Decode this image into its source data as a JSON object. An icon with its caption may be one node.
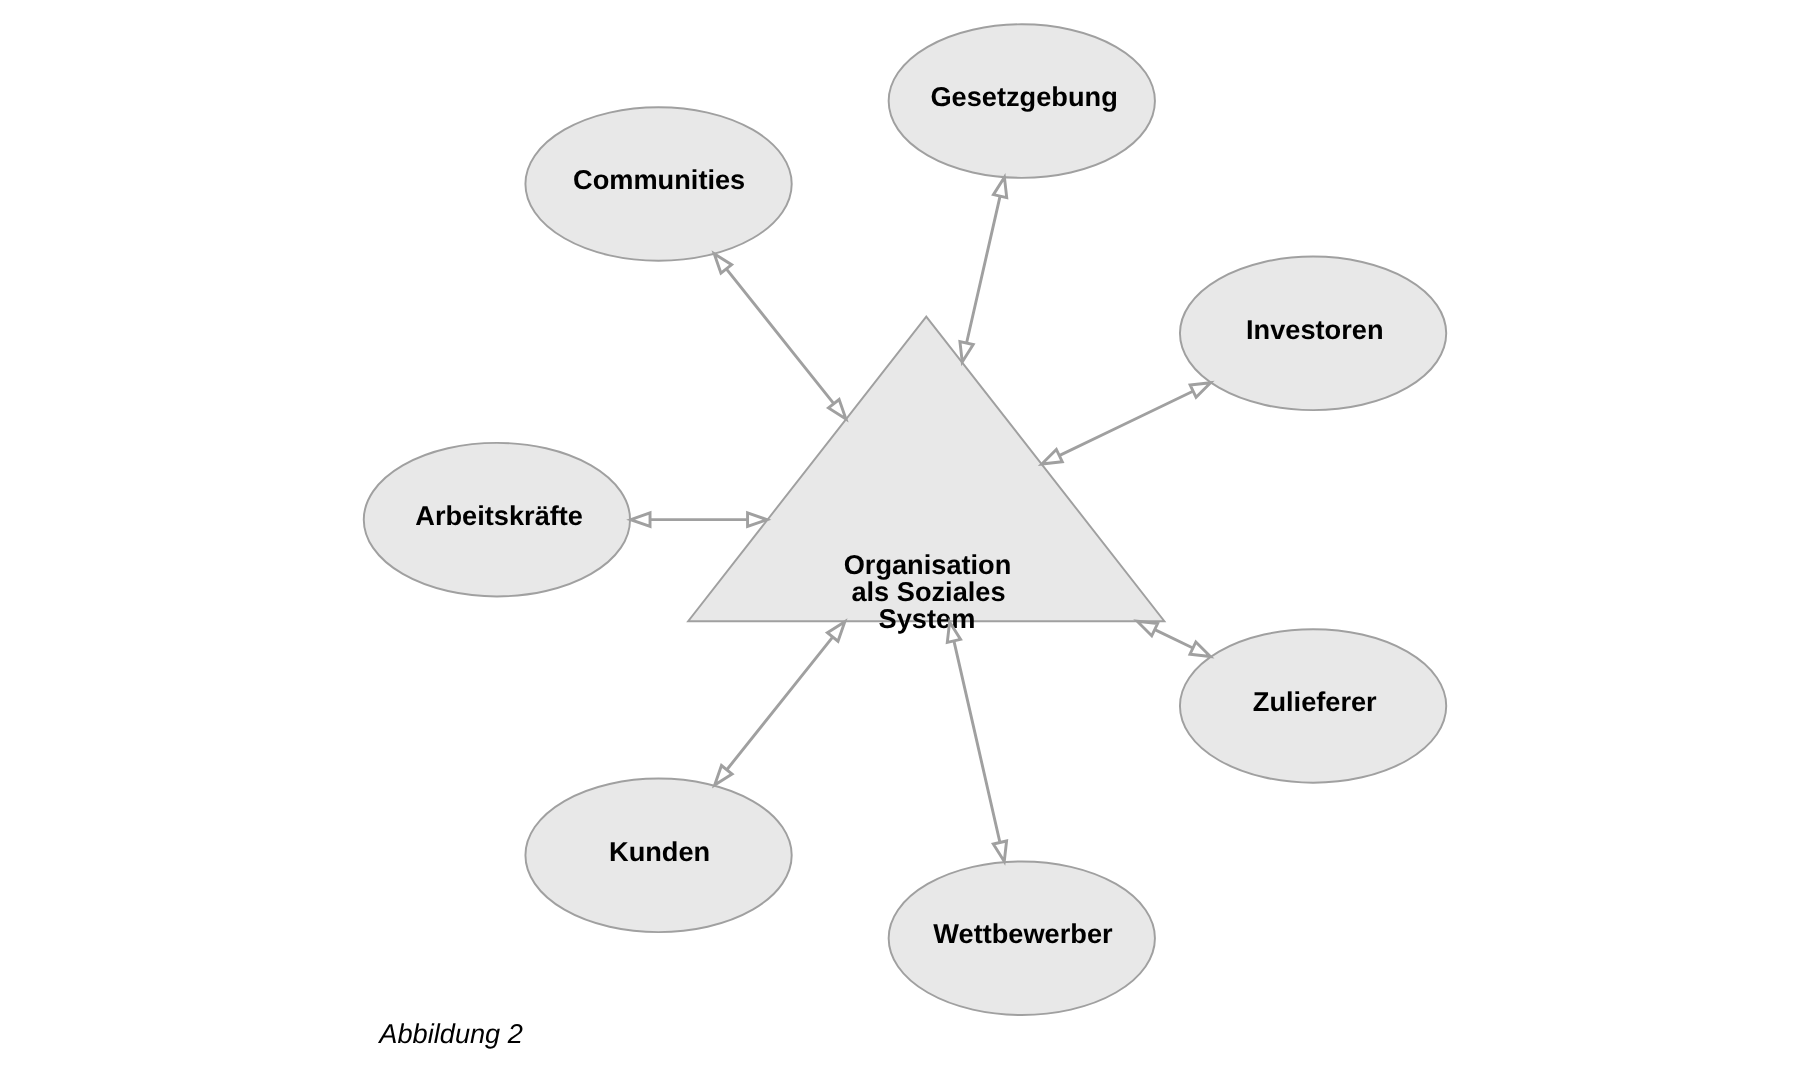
{
  "diagram": {
    "caption": "Abbildung 2",
    "nodes": [
      {
        "text": [
          "Organisation als Soziales System"
        ]
      },
      {
        "text": [
          "Kunden"
        ]
      },
      {
        "text": [
          "Investoren"
        ]
      },
      {
        "text": [
          "Wettbewerber"
        ]
      },
      {
        "text": [
          "Gesetzgebung"
        ]
      },
      {
        "text": [
          "Zulieferer"
        ]
      },
      {
        "text": [
          "Communities"
        ]
      },
      {
        "text": [
          "Arbeitskräfte"
        ]
      }
    ],
    "edges": [
      {
        "from": 1,
        "to": 0,
        "arrow": "both"
      },
      {
        "from": 0,
        "to": 2,
        "arrow": "both"
      },
      {
        "from": 3,
        "to": 0,
        "arrow": "both"
      },
      {
        "from": 0,
        "to": 4,
        "arrow": "both"
      },
      {
        "from": 5,
        "to": 0,
        "arrow": "both"
      },
      {
        "from": 0,
        "to": 6,
        "arrow": "both"
      },
      {
        "from": 0,
        "to": 7,
        "arrow": "both"
      }
    ]
  }
}
